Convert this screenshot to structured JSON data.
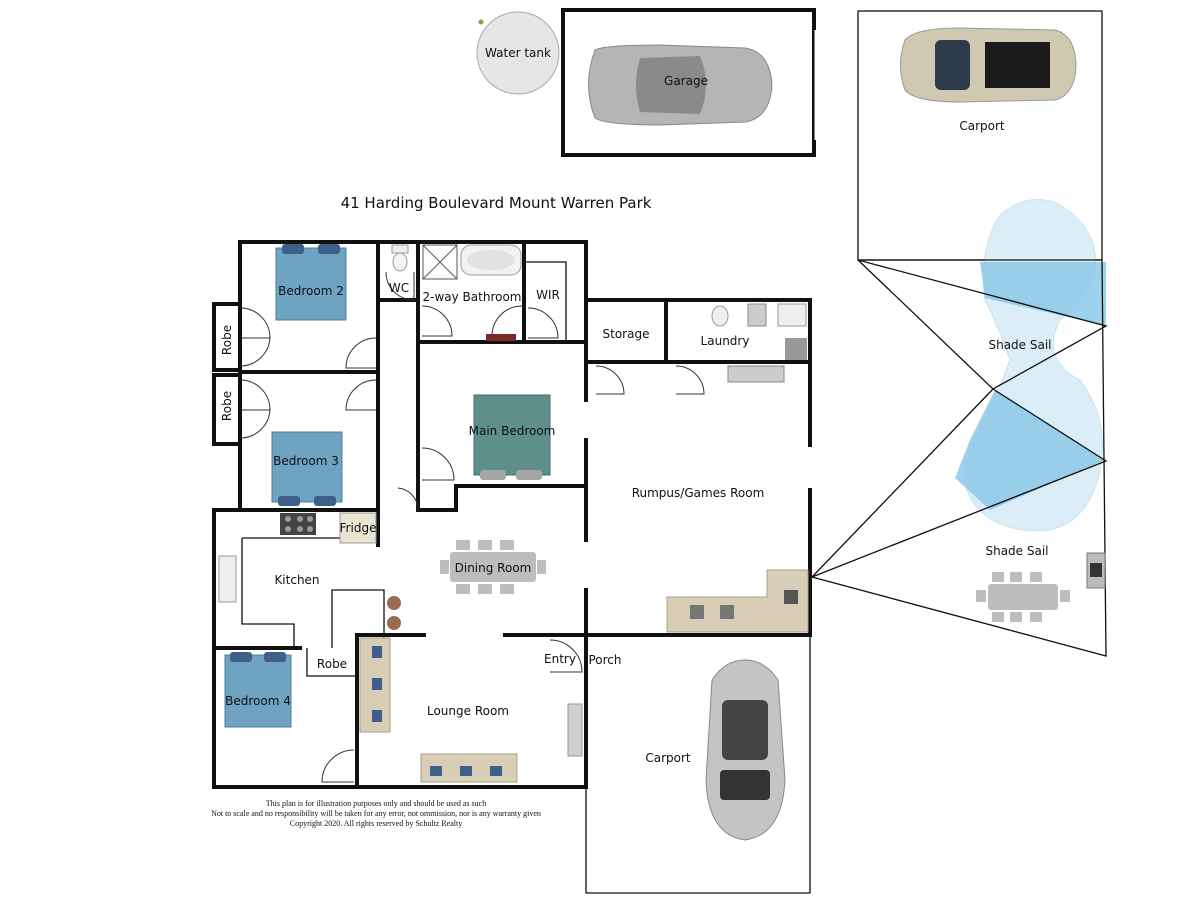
{
  "title": "41 Harding Boulevard Mount Warren Park",
  "rooms": {
    "water_tank": "Water tank",
    "garage": "Garage",
    "carport_top": "Carport",
    "bedroom_2": "Bedroom 2",
    "wc": "WC",
    "bathroom": "2-way Bathroom",
    "wir": "WIR",
    "robe_1": "Robe",
    "robe_2": "Robe",
    "robe_3": "Robe",
    "storage": "Storage",
    "laundry": "Laundry",
    "main_bedroom": "Main Bedroom",
    "bedroom_3": "Bedroom 3",
    "rumpus": "Rumpus/Games Room",
    "fridge": "Fridge",
    "kitchen": "Kitchen",
    "dining": "Dining Room",
    "bedroom_4": "Bedroom 4",
    "entry": "Entry",
    "porch": "Porch",
    "lounge": "Lounge Room",
    "carport_bottom": "Carport",
    "shade_sail_1": "Shade Sail",
    "shade_sail_2": "Shade Sail"
  },
  "disclaimer": {
    "line1": "This plan is for illustration purposes only and should be used as such",
    "line2": "Not to scale and no responsibility will be taken for any error, not ommission, nor is any warranty given",
    "line3": "Copyright 2020.  All rights reserved by Schultz Realty"
  },
  "colors": {
    "wall": "#111111",
    "bed": "#6fa3c2",
    "main_bed": "#5f8f8a",
    "pool": "#a9d7ef",
    "sofa": "#d8cdb7",
    "car_grey": "#b7b7b7",
    "car_beige": "#cfc9b2",
    "furniture_grey": "#bdbdbd"
  }
}
